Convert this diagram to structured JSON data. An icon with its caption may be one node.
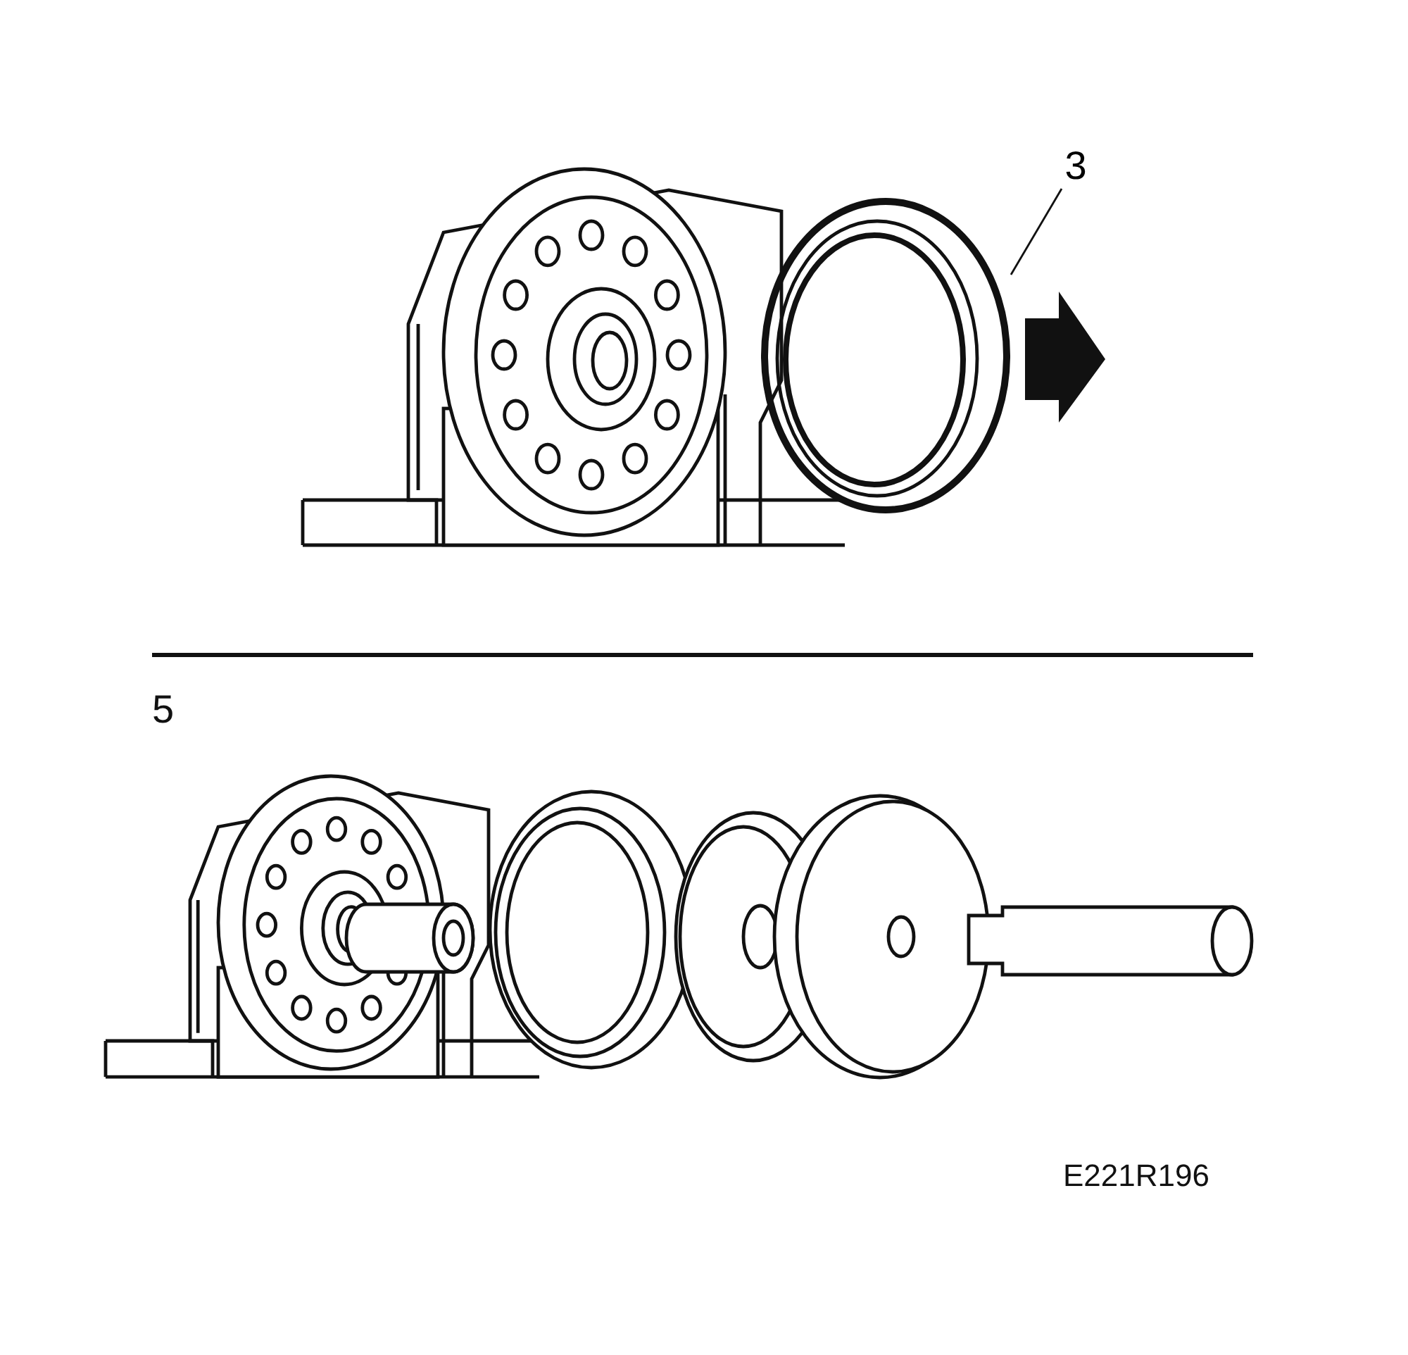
{
  "diagram": {
    "nodes": [
      {
        "text": [
          "3"
        ]
      },
      {
        "text": [],
        "shape": "picture"
      }
    ],
    "edges": [
      {
        "from": 0,
        "to": 1,
        "arrow": "none"
      }
    ],
    "labels": [
      "5",
      "E221R196"
    ]
  }
}
